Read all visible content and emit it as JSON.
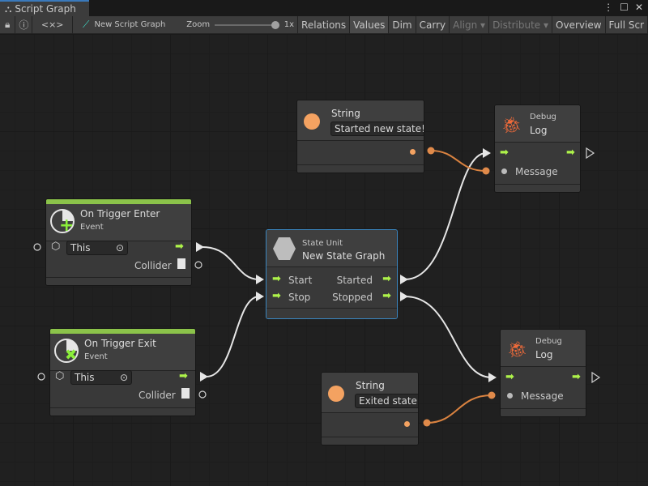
{
  "window": {
    "tab_title": "Script Graph",
    "menu_icon": "kebab-icon",
    "maximize_icon": "maximize-icon",
    "close_icon": "close-icon"
  },
  "toolbar": {
    "lock_icon": "lock-icon",
    "info_icon": "info-icon",
    "variables_label": "<×>",
    "graph_name": "New Script Graph",
    "zoom_label": "Zoom",
    "zoom_value": "1x",
    "zoom_level": 1.0,
    "buttons": [
      {
        "label": "Relations",
        "active": false,
        "enabled": true
      },
      {
        "label": "Values",
        "active": true,
        "enabled": true
      },
      {
        "label": "Dim",
        "active": false,
        "enabled": true
      },
      {
        "label": "Carry",
        "active": false,
        "enabled": true
      },
      {
        "label": "Align ▾",
        "active": false,
        "enabled": false
      },
      {
        "label": "Distribute ▾",
        "active": false,
        "enabled": false
      },
      {
        "label": "Overview",
        "active": false,
        "enabled": true
      },
      {
        "label": "Full Scr",
        "active": false,
        "enabled": true
      }
    ]
  },
  "colors": {
    "flow": "#aef34a",
    "string": "#f4a261",
    "event_bar": "#8bc34a",
    "selection": "#3a86c0",
    "debug": "#f26b3a"
  },
  "nodes": {
    "string1": {
      "title": "String",
      "value": "Started new state!"
    },
    "log1": {
      "category": "Debug",
      "title": "Log",
      "message": "Message"
    },
    "enter": {
      "title": "On Trigger Enter",
      "subtitle": "Event",
      "target": "This",
      "output": "Collider"
    },
    "state": {
      "category": "State Unit",
      "title": "New  State  Graph",
      "in1": "Start",
      "in2": "Stop",
      "out1": "Started",
      "out2": "Stopped"
    },
    "exit": {
      "title": "On Trigger Exit",
      "subtitle": "Event",
      "target": "This",
      "output": "Collider"
    },
    "string2": {
      "title": "String",
      "value": "Exited state"
    },
    "log2": {
      "category": "Debug",
      "title": "Log",
      "message": "Message"
    }
  }
}
